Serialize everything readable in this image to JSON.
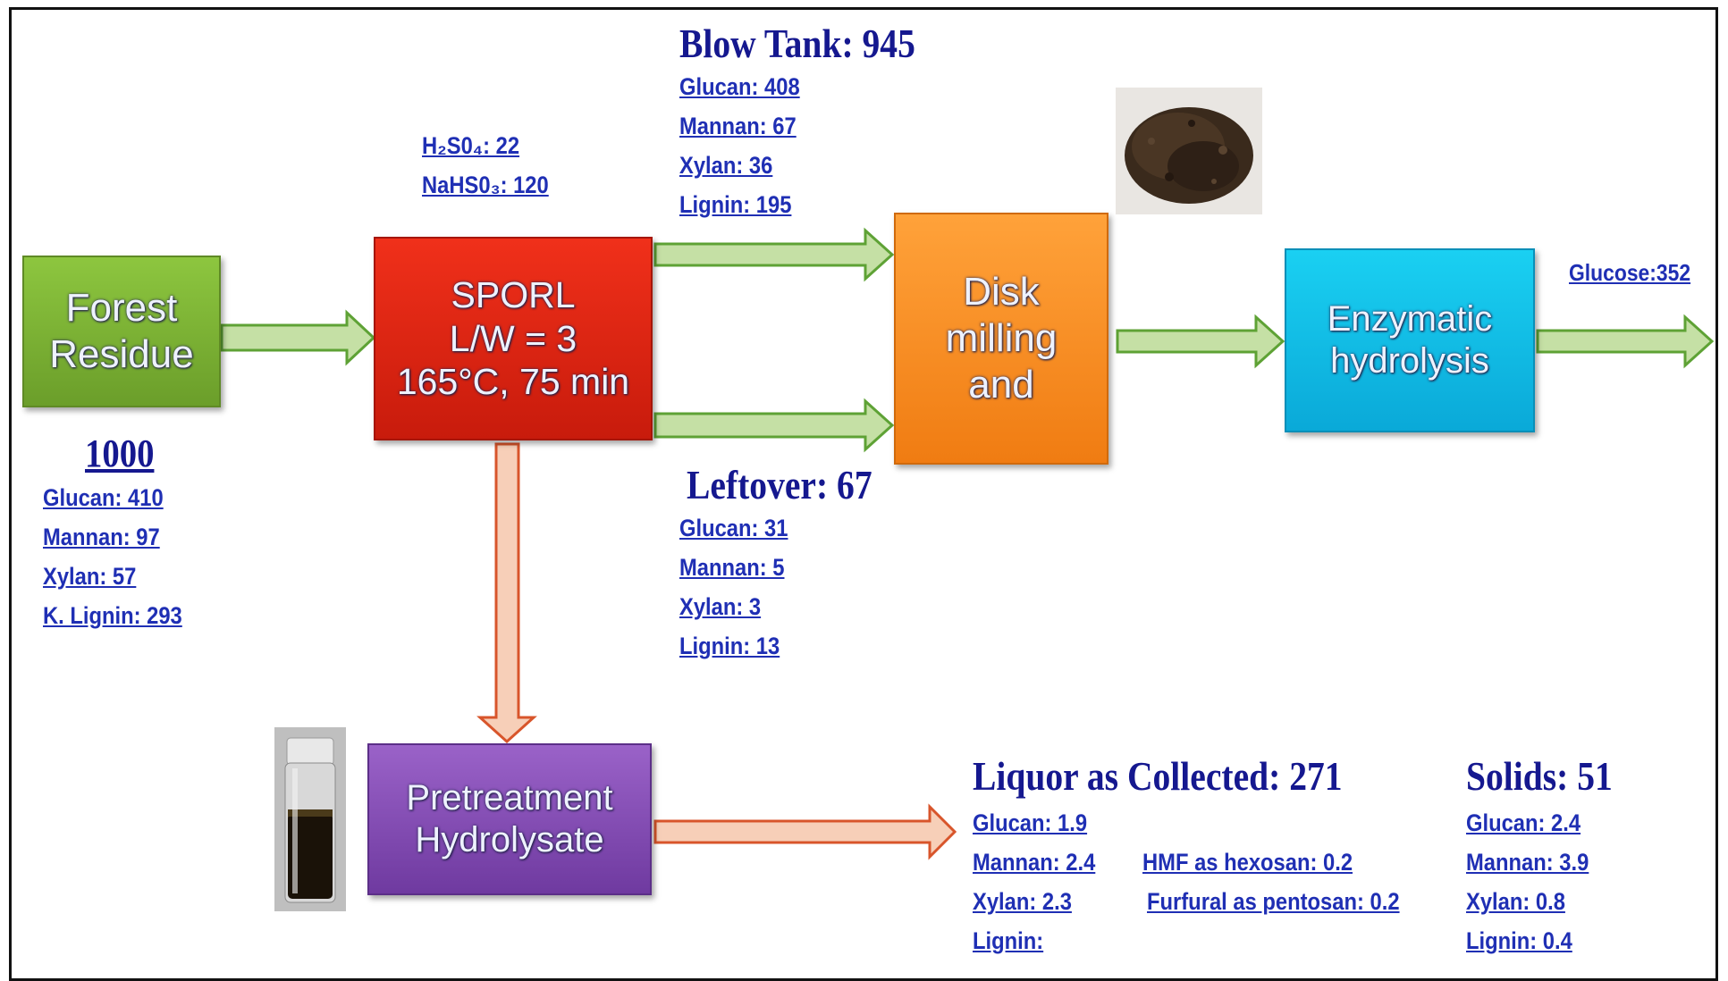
{
  "boxes": {
    "forest": [
      "Forest",
      "Residue"
    ],
    "sporl": [
      "SPORL",
      "L/W = 3",
      "165°C, 75 min"
    ],
    "disk": [
      "Disk",
      "milling",
      "and"
    ],
    "enzymatic": [
      "Enzymatic",
      "hydrolysis"
    ],
    "pretreatment": [
      "Pretreatment",
      "Hydrolysate"
    ]
  },
  "forest_feed": {
    "total": "1000",
    "components": [
      "Glucan: 410",
      "Mannan: 97",
      "Xylan: 57",
      "K. Lignin: 293"
    ]
  },
  "chemicals": {
    "h2so4_label": "H₂S0₄: 22",
    "nahso3_label": "NaHS0₃: 120"
  },
  "blow_tank": {
    "title": "Blow Tank:  945",
    "components": [
      "Glucan: 408",
      "Mannan: 67",
      "Xylan: 36",
      "Lignin: 195"
    ]
  },
  "leftover": {
    "title": "Leftover: 67",
    "components": [
      "Glucan: 31",
      "Mannan: 5",
      "Xylan: 3",
      "Lignin: 13"
    ]
  },
  "glucose": "Glucose:352",
  "liquor": {
    "title": "Liquor as Collected: 271",
    "components": [
      "Glucan: 1.9",
      "Mannan: 2.4",
      "Xylan: 2.3",
      "Lignin:"
    ],
    "extras": [
      "HMF as hexosan: 0.2",
      "Furfural as pentosan: 0.2"
    ]
  },
  "solids": {
    "title": "Solids: 51",
    "components": [
      "Glucan: 2.4",
      "Mannan: 3.9",
      "Xylan: 0.8",
      "Lignin: 0.4"
    ]
  },
  "colors": {
    "forest_box": "#7cb342",
    "sporl_box": "#e8260f",
    "disk_box": "#f7901e",
    "enzymatic_box": "#14c0e8",
    "pretreatment_box": "#8a4fbe",
    "green_arrow": "#c5e0a5",
    "salmon_arrow": "#f7cfb8",
    "label_text": "#1f2fb4"
  }
}
